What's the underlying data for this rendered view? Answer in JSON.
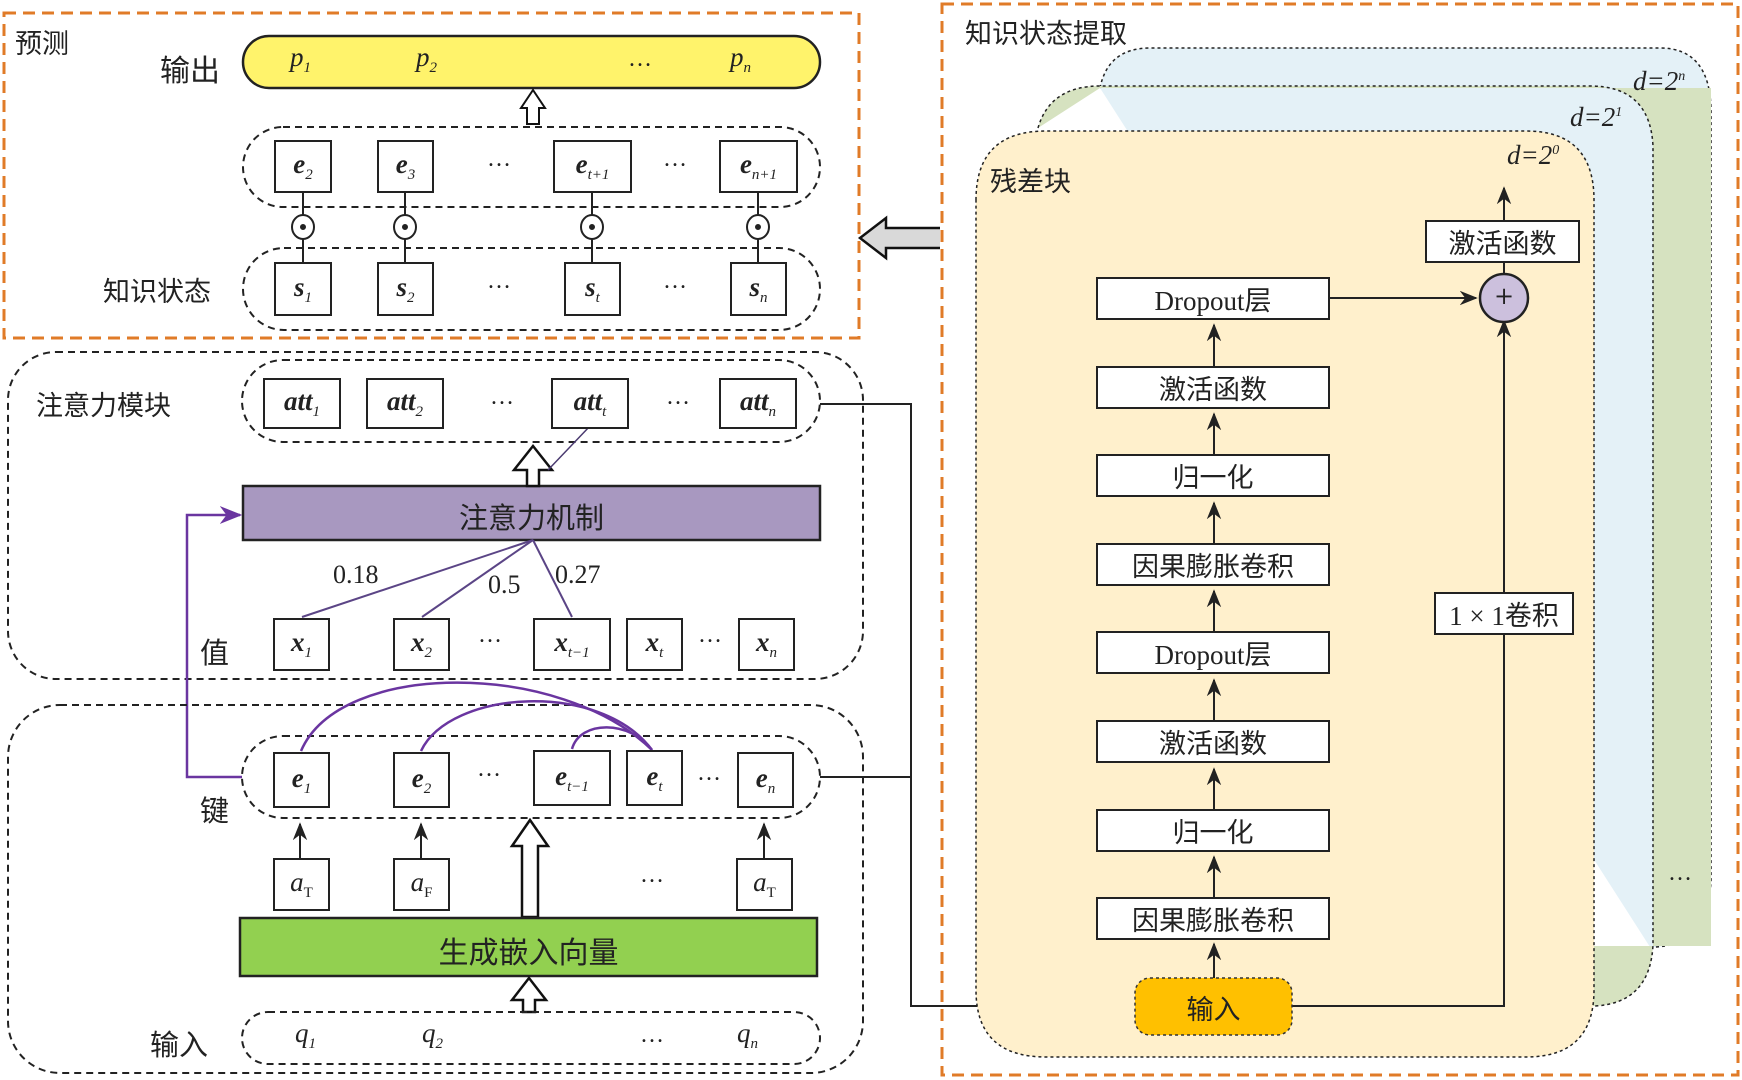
{
  "prediction": {
    "title": "预测",
    "output_label": "输出",
    "outputs": [
      {
        "base": "p",
        "sub": "1"
      },
      {
        "base": "p",
        "sub": "2"
      },
      {
        "base": "…",
        "sub": ""
      },
      {
        "base": "p",
        "sub": "n"
      }
    ],
    "e_row": [
      {
        "base": "e",
        "sub": "2"
      },
      {
        "base": "e",
        "sub": "3"
      },
      {
        "base": "e",
        "sub": "t+1"
      },
      {
        "base": "e",
        "sub": "n+1"
      }
    ],
    "ks_label": "知识状态",
    "s_row": [
      {
        "base": "s",
        "sub": "1"
      },
      {
        "base": "s",
        "sub": "2"
      },
      {
        "base": "s",
        "sub": "t"
      },
      {
        "base": "s",
        "sub": "n"
      }
    ],
    "dot_op": "⊙",
    "ellipsis": "…"
  },
  "attention": {
    "title": "注意力模块",
    "att_row": [
      {
        "base": "att",
        "sub": "1"
      },
      {
        "base": "att",
        "sub": "2"
      },
      {
        "base": "att",
        "sub": "t"
      },
      {
        "base": "att",
        "sub": "n"
      }
    ],
    "mechanism_label": "注意力机制",
    "weights": [
      "0.18",
      "0.5",
      "0.27"
    ],
    "value_label": "值",
    "x_row": [
      {
        "base": "x",
        "sub": "1"
      },
      {
        "base": "x",
        "sub": "2"
      },
      {
        "base": "x",
        "sub": "t−1"
      },
      {
        "base": "x",
        "sub": "t"
      },
      {
        "base": "x",
        "sub": "n"
      }
    ]
  },
  "embedding": {
    "key_label": "键",
    "e_row": [
      {
        "base": "e",
        "sub": "1"
      },
      {
        "base": "e",
        "sub": "2"
      },
      {
        "base": "e",
        "sub": "t−1"
      },
      {
        "base": "e",
        "sub": "t"
      },
      {
        "base": "e",
        "sub": "n"
      }
    ],
    "a_row": [
      {
        "base": "a",
        "sub": "T"
      },
      {
        "base": "a",
        "sub": "F"
      },
      {
        "base": "a",
        "sub": "T"
      }
    ],
    "generate_label": "生成嵌入向量",
    "input_label": "输入",
    "q_row": [
      {
        "base": "q",
        "sub": "1"
      },
      {
        "base": "q",
        "sub": "2"
      },
      {
        "base": "…",
        "sub": ""
      },
      {
        "base": "q",
        "sub": "n"
      }
    ]
  },
  "extraction": {
    "title": "知识状态提取",
    "residual_title": "残差块",
    "dilations": [
      "d=2⁰",
      "d=2¹",
      "d=2ⁿ"
    ],
    "dilation_parts": [
      {
        "base": "d=2",
        "exp": "0"
      },
      {
        "base": "d=2",
        "exp": "1"
      },
      {
        "base": "d=2",
        "exp": "n"
      }
    ],
    "layers_top_down": [
      "Dropout层",
      "激活函数",
      "归一化",
      "因果膨胀卷积",
      "Dropout层",
      "激活函数",
      "归一化",
      "因果膨胀卷积"
    ],
    "input_label": "输入",
    "skip_label": "1 × 1卷积",
    "output_activation": "激活函数",
    "add_op": "+",
    "ellipsis": "…"
  },
  "colors": {
    "orange_border": "#E07B28",
    "output_yellow": "#FFF36B",
    "mechanism_purple": "#A898C0",
    "purple_line": "#6A35A0",
    "embed_green": "#92D050",
    "residual_bg": "#FFF0CC",
    "stack_green": "#D6E2C0",
    "stack_blue": "#E4F1F7",
    "input_orange": "#FFC000",
    "add_circle": "#CCC0DD",
    "arrow_gray": "#D9D9D9"
  }
}
